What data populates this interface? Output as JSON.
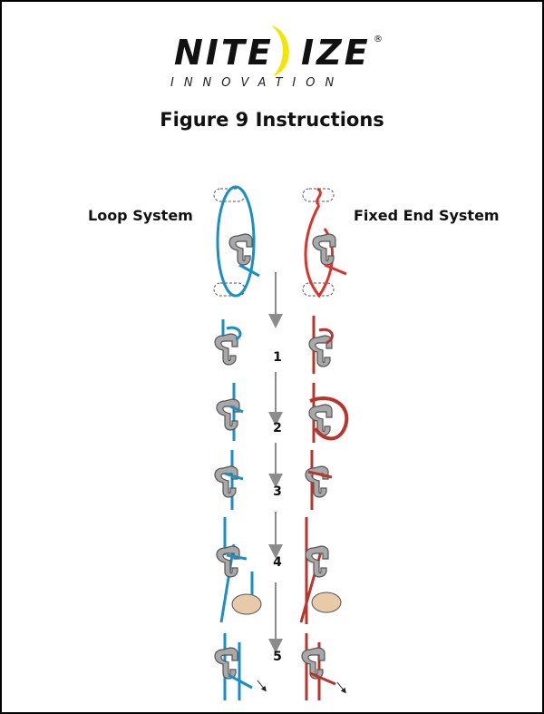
{
  "brand": {
    "name_left": "NITE",
    "name_right": "IZE",
    "registered": "®",
    "tagline": "INNOVATION",
    "moon_color": "#f2e600"
  },
  "title": "Figure 9 Instructions",
  "columns": {
    "left": "Loop System",
    "right": "Fixed End System"
  },
  "steps": [
    "1",
    "2",
    "3",
    "4",
    "5"
  ],
  "colors": {
    "loop_rope": "#1a8fc4",
    "fixed_rope": "#d9342b",
    "fixed_rope_dark": "#b8352c",
    "hook_fill": "#a8a8a8",
    "hook_stroke": "#555555",
    "arrow": "#8c8c8c",
    "hand": "#e8c9a8"
  }
}
